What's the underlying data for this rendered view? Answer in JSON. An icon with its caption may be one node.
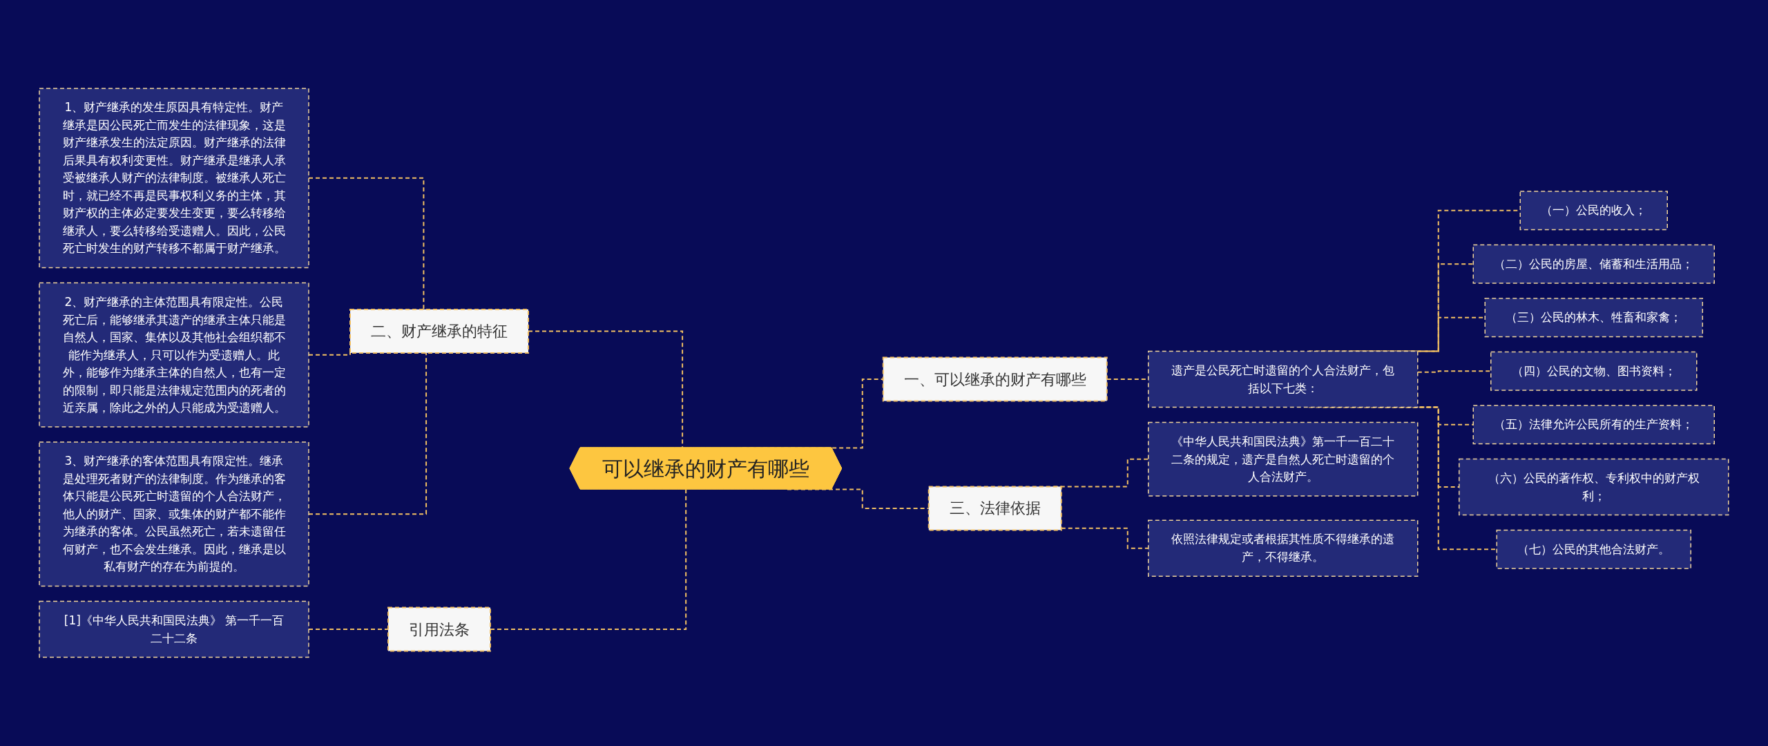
{
  "diagram": {
    "nodes": [
      {
        "text": [
          "可以继承的财产有哪些"
        ]
      },
      {
        "text": [
          "一、可以继承的财产有哪些"
        ]
      },
      {
        "text": [
          "遗产是公民死亡时遗留的个人合法财产，包括以下七类："
        ]
      },
      {
        "text": [
          "（一）公民的收入；"
        ]
      },
      {
        "text": [
          "（二）公民的房屋、储蓄和生活用品；"
        ]
      },
      {
        "text": [
          "（三）公民的林木、牲畜和家禽；"
        ]
      },
      {
        "text": [
          "（四）公民的文物、图书资料；"
        ]
      },
      {
        "text": [
          "（五）法律允许公民所有的生产资料；"
        ]
      },
      {
        "text": [
          "（六）公民的著作权、专利权中的财产权利；"
        ]
      },
      {
        "text": [
          "（七）公民的其他合法财产。"
        ]
      },
      {
        "text": [
          "三、法律依据"
        ]
      },
      {
        "text": [
          "《中华人民共和国民法典》第一千一百二十二条的规定，遗产是自然人死亡时遗留的个人合法财产。"
        ]
      },
      {
        "text": [
          "依照法律规定或者根据其性质不得继承的遗产，不得继承。"
        ]
      },
      {
        "text": [
          "二、财产继承的特征"
        ]
      },
      {
        "text": [
          "1、财产继承的发生原因具有特定性。财产继承是因公民死亡而发生的法律现象，这是财产继承发生的法定原因。财产继承的法律后果具有权利变更性。财产继承是继承人承受被继承人财产的法律制度。被继承人死亡时，就已经不再是民事权利义务的主体，其财产权的主体必定要发生变更，要么转移给继承人，要么转移给受遗赠人。因此，公民死亡时发生的财产转移不都属于财产继承。"
        ]
      },
      {
        "text": [
          "2、财产继承的主体范围具有限定性。公民死亡后，能够继承其遗产的继承主体只能是自然人，国家、集体以及其他社会组织都不能作为继承人，只可以作为受遗赠人。此外，能够作为继承主体的自然人，也有一定的限制，即只能是法律规定范围内的死者的近亲属，除此之外的人只能成为受遗赠人。"
        ]
      },
      {
        "text": [
          "3、财产继承的客体范围具有限定性。继承是处理死者财产的法律制度。作为继承的客体只能是公民死亡时遗留的个人合法财产，他人的财产、国家、或集体的财产都不能作为继承的客体。公民虽然死亡，若未遗留任何财产，也不会发生继承。因此，继承是以私有财产的存在为前提的。"
        ]
      },
      {
        "text": [
          "引用法条"
        ]
      },
      {
        "text": [
          "[1]《中华人民共和国民法典》 第一千一百二十二条"
        ]
      }
    ],
    "edges": [
      {
        "from": 0,
        "to": 1,
        "arrow": "none",
        "style": "dashed"
      },
      {
        "from": 1,
        "to": 2,
        "arrow": "none",
        "style": "dashed"
      },
      {
        "from": 2,
        "to": 3,
        "arrow": "none",
        "style": "dashed"
      },
      {
        "from": 2,
        "to": 4,
        "arrow": "none",
        "style": "dashed"
      },
      {
        "from": 2,
        "to": 5,
        "arrow": "none",
        "style": "dashed"
      },
      {
        "from": 2,
        "to": 6,
        "arrow": "none",
        "style": "dashed"
      },
      {
        "from": 2,
        "to": 7,
        "arrow": "none",
        "style": "dashed"
      },
      {
        "from": 2,
        "to": 8,
        "arrow": "none",
        "style": "dashed"
      },
      {
        "from": 2,
        "to": 9,
        "arrow": "none",
        "style": "dashed"
      },
      {
        "from": 0,
        "to": 10,
        "arrow": "none",
        "style": "dashed"
      },
      {
        "from": 10,
        "to": 11,
        "arrow": "none",
        "style": "dashed"
      },
      {
        "from": 10,
        "to": 12,
        "arrow": "none",
        "style": "dashed"
      },
      {
        "from": 0,
        "to": 13,
        "arrow": "none",
        "style": "dashed"
      },
      {
        "from": 13,
        "to": 14,
        "arrow": "none",
        "style": "dashed"
      },
      {
        "from": 13,
        "to": 15,
        "arrow": "none",
        "style": "dashed"
      },
      {
        "from": 13,
        "to": 16,
        "arrow": "none",
        "style": "dashed"
      },
      {
        "from": 0,
        "to": 17,
        "arrow": "none",
        "style": "dashed"
      },
      {
        "from": 17,
        "to": 18,
        "arrow": "none",
        "style": "dashed"
      }
    ]
  }
}
